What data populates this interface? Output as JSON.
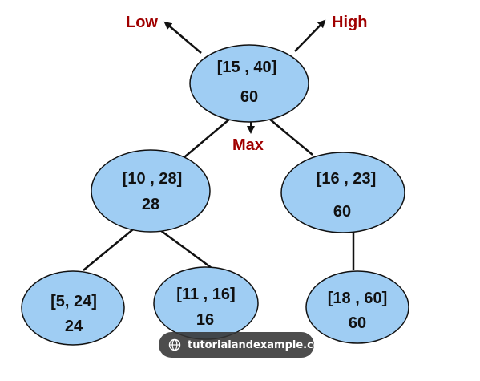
{
  "colors": {
    "node_fill": "#9fcdf3",
    "node_stroke": "#111111",
    "edge": "#111111",
    "annotation": "#a00000"
  },
  "nodes": [
    {
      "interval": "[15 , 40]",
      "max": "60"
    },
    {
      "interval": "[10 , 28]",
      "max": "28"
    },
    {
      "interval": "[16 , 23]",
      "max": "60"
    },
    {
      "interval": "[5, 24]",
      "max": "24"
    },
    {
      "interval": "[11 , 16]",
      "max": "16"
    },
    {
      "interval": "[18 , 60]",
      "max": "60"
    }
  ],
  "annotations": {
    "low": "Low",
    "high": "High",
    "max": "Max"
  },
  "watermark": {
    "text": "tutorialandexample.com",
    "icon": "globe-icon"
  }
}
